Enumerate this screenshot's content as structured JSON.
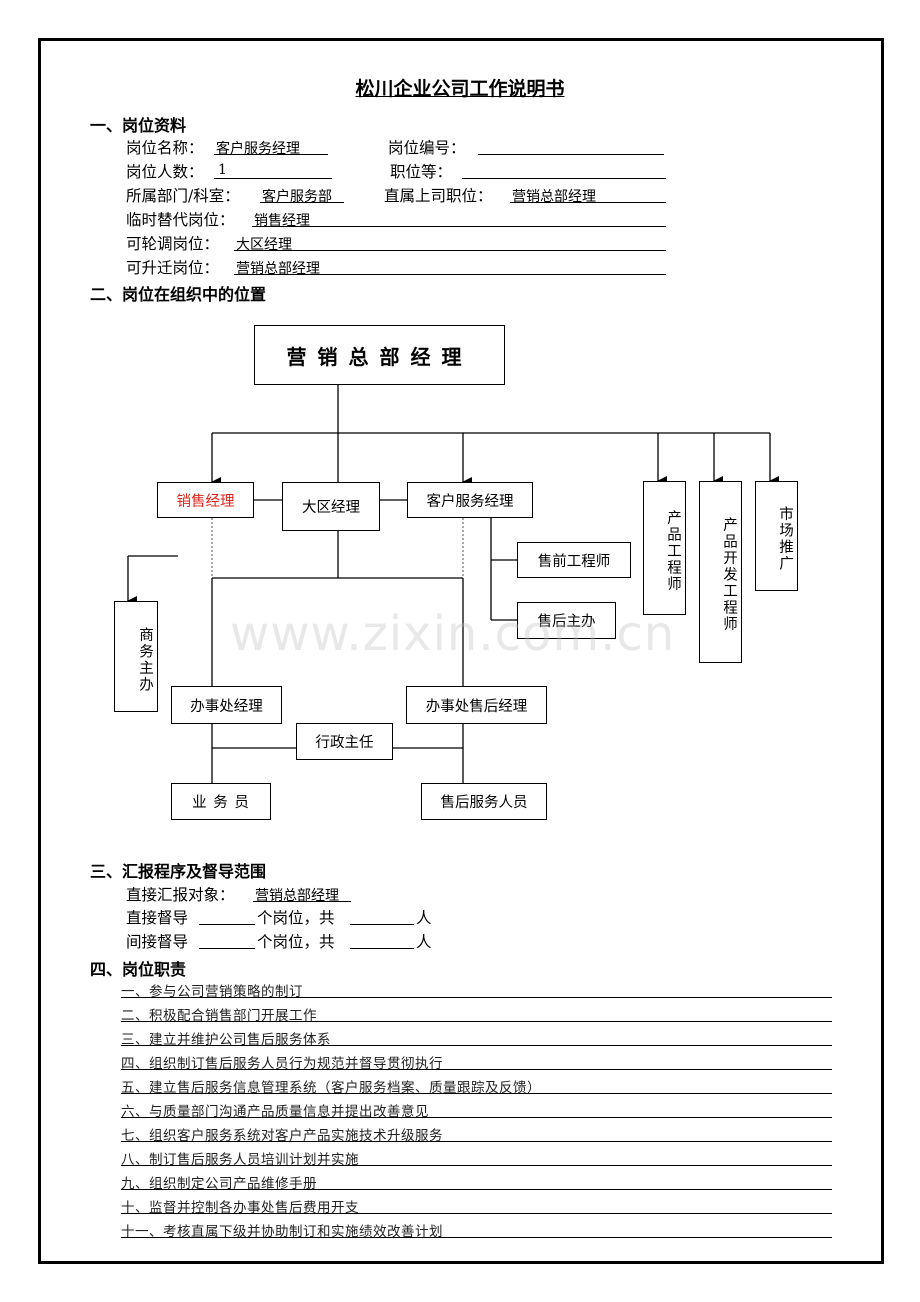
{
  "title": "松川企业公司工作说明书",
  "section1": {
    "heading": "一、岗位资料",
    "post_name_label": "岗位名称：",
    "post_name_value": "客户服务经理",
    "post_no_label": "岗位编号：",
    "post_no_value": "",
    "headcount_label": "岗位人数：",
    "headcount_value": "1",
    "grade_label": "职位等：",
    "grade_value": "",
    "dept_label": "所属部门/科室：",
    "dept_value": "客户服务部",
    "superior_label": "直属上司职位：",
    "superior_value": "营销总部经理",
    "substitute_label": "临时替代岗位：",
    "substitute_value": "销售经理",
    "rotation_label": "可轮调岗位：",
    "rotation_value": "大区经理",
    "promotion_label": "可升迁岗位：",
    "promotion_value": "营销总部经理"
  },
  "section2": {
    "heading": "二、岗位在组织中的位置",
    "org": {
      "top": "营销总部经理",
      "sales_manager": "销售经理",
      "region_manager": "大区经理",
      "cs_manager": "客户服务经理",
      "product_engineer": "产品工程师",
      "product_dev_engineer": "产品开发工程师",
      "marketing": "市场推广",
      "presales_engineer": "售前工程师",
      "aftersales_officer": "售后主办",
      "business_officer": "商务主办",
      "office_manager": "办事处经理",
      "office_aftersales_manager": "办事处售后经理",
      "admin_director": "行政主任",
      "salesman": "业 务 员",
      "aftersales_staff": "售后服务人员"
    }
  },
  "watermark": "www.zixin.com.cn",
  "section3": {
    "heading": "三、汇报程序及督导范围",
    "report_label": "直接汇报对象：",
    "report_value": "营销总部经理",
    "direct_label": "直接督导",
    "indirect_label": "间接督导",
    "posts_unit": "个岗位，共",
    "person_unit": "人"
  },
  "section4": {
    "heading": "四、岗位职责",
    "duties": [
      "一、参与公司营销策略的制订",
      "二、积极配合销售部门开展工作",
      "三、建立并维护公司售后服务体系",
      "四、组织制订售后服务人员行为规范并督导贯彻执行",
      "五、建立售后服务信息管理系统（客户服务档案、质量跟踪及反馈）",
      "六、与质量部门沟通产品质量信息并提出改善意见",
      "七、组织客户服务系统对客户产品实施技术升级服务",
      "八、制订售后服务人员培训计划并实施",
      "九、组织制定公司产品维修手册",
      "十、监督并控制各办事处售后费用开支",
      "十一、考核直属下级并协助制订和实施绩效改善计划"
    ]
  }
}
